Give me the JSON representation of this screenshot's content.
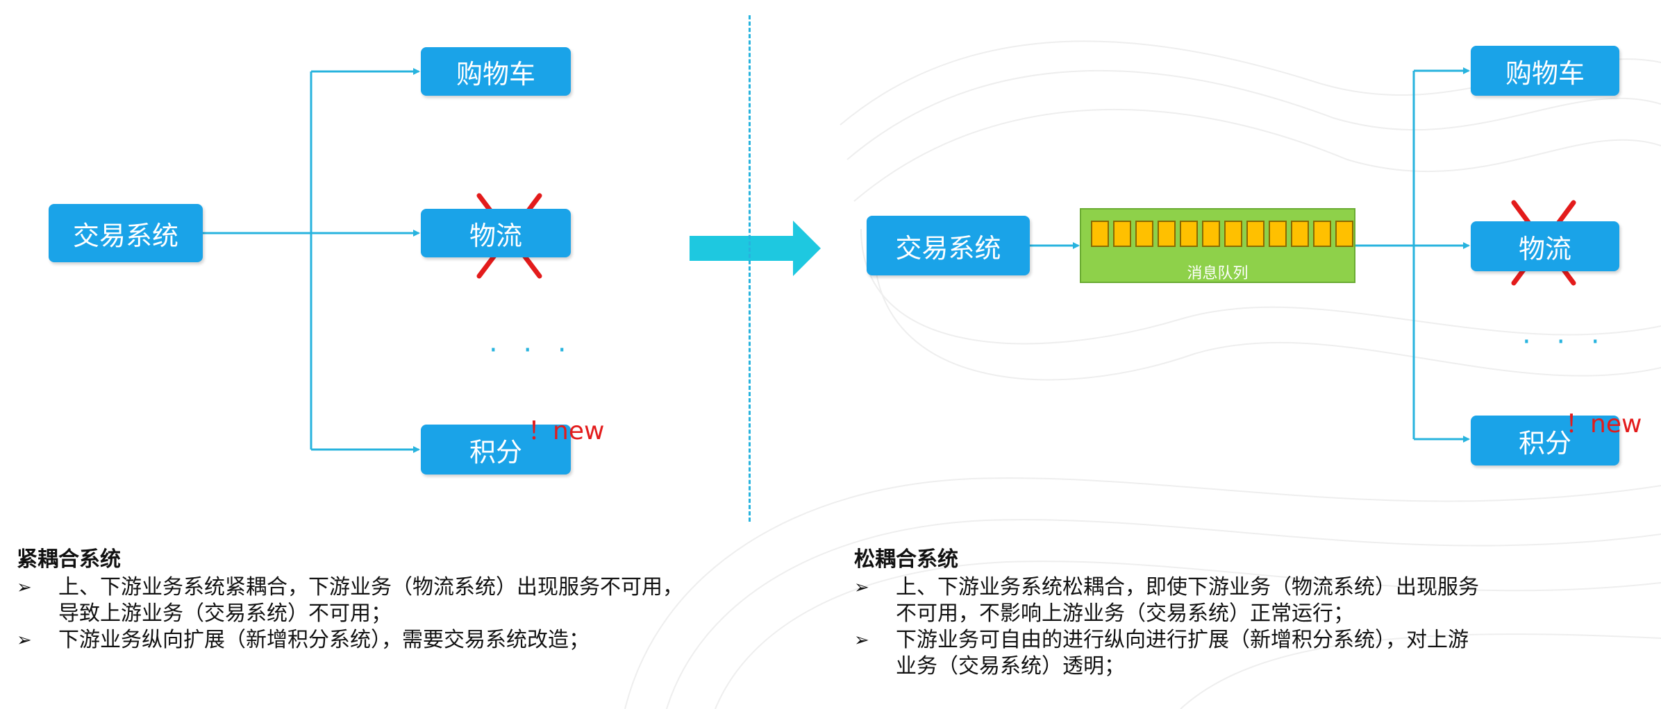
{
  "left": {
    "source_label": "交易系统",
    "targets": {
      "cart": "购物车",
      "logistics": "物流",
      "points": "积分"
    },
    "ellipsis": "· · ·",
    "new_tag": "！new"
  },
  "right": {
    "source_label": "交易系统",
    "queue_label": "消息队列",
    "targets": {
      "cart": "购物车",
      "logistics": "物流",
      "points": "积分"
    },
    "ellipsis": "· · ·",
    "new_tag": "！new"
  },
  "tight": {
    "heading": "紧耦合系统",
    "bullet": "➢",
    "items": {
      "0": {
        "line1": "上、下游业务系统紧耦合，下游业务（物流系统）出现服务不可用，",
        "line2": "导致上游业务（交易系统）不可用；"
      },
      "1": {
        "line1": "下游业务纵向扩展（新增积分系统），需要交易系统改造；",
        "line2": ""
      }
    }
  },
  "loose": {
    "heading": "松耦合系统",
    "bullet": "➢",
    "items": {
      "0": {
        "line1": "上、下游业务系统松耦合，即使下游业务（物流系统）出现服务",
        "line2": "不可用，不影响上游业务（交易系统）正常运行；"
      },
      "1": {
        "line1": "下游业务可自由的进行纵向进行扩展（新增积分系统），对上游",
        "line2": "业务（交易系统）透明；"
      }
    }
  },
  "colors": {
    "node": "#1aa3e8",
    "connector": "#27b3de",
    "cross": "#e31b1b",
    "queue": "#8ed14a",
    "queue_cell": "#ffc000"
  }
}
